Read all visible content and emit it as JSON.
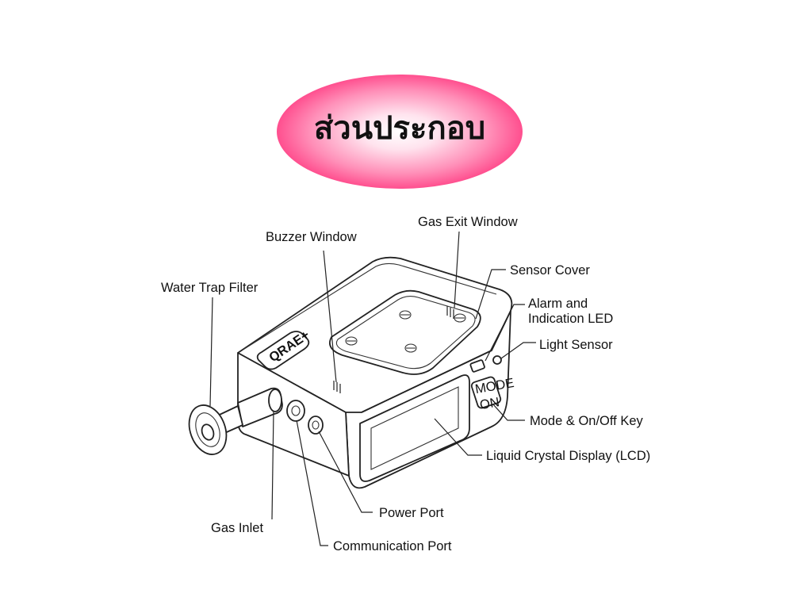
{
  "title": "ส่วนประกอบ",
  "diagram": {
    "device_brand": "QRAE+",
    "key_top": "MODE",
    "key_bottom": "ON",
    "labels": {
      "gas_exit_window": "Gas Exit Window",
      "buzzer_window": "Buzzer Window",
      "sensor_cover": "Sensor Cover",
      "water_trap_filter": "Water Trap Filter",
      "alarm_led_line1": "Alarm and",
      "alarm_led_line2": "Indication LED",
      "light_sensor": "Light Sensor",
      "mode_key": "Mode & On/Off Key",
      "lcd": "Liquid Crystal Display (LCD)",
      "power_port": "Power Port",
      "gas_inlet": "Gas Inlet",
      "communication_port": "Communication Port"
    }
  }
}
